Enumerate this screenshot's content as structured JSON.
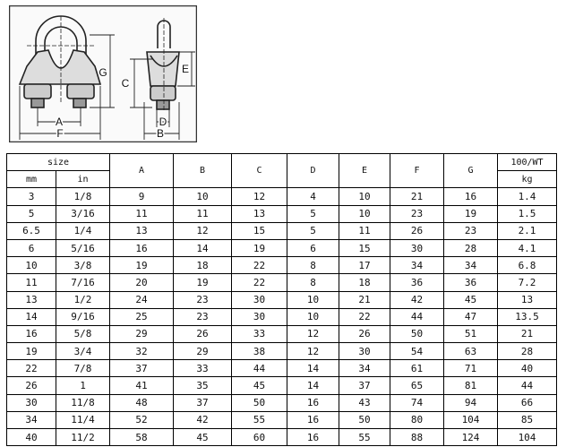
{
  "diagram": {
    "labels": [
      "A",
      "B",
      "C",
      "D",
      "E",
      "F",
      "G"
    ]
  },
  "table": {
    "size_label": "size",
    "mm_label": "mm",
    "in_label": "in",
    "columns": [
      "A",
      "B",
      "C",
      "D",
      "E",
      "F",
      "G"
    ],
    "wt_label": "100/WT",
    "kg_label": "kg",
    "rows": [
      [
        "3",
        "1/8",
        "9",
        "10",
        "12",
        "4",
        "10",
        "21",
        "16",
        "1.4"
      ],
      [
        "5",
        "3/16",
        "11",
        "11",
        "13",
        "5",
        "10",
        "23",
        "19",
        "1.5"
      ],
      [
        "6.5",
        "1/4",
        "13",
        "12",
        "15",
        "5",
        "11",
        "26",
        "23",
        "2.1"
      ],
      [
        "6",
        "5/16",
        "16",
        "14",
        "19",
        "6",
        "15",
        "30",
        "28",
        "4.1"
      ],
      [
        "10",
        "3/8",
        "19",
        "18",
        "22",
        "8",
        "17",
        "34",
        "34",
        "6.8"
      ],
      [
        "11",
        "7/16",
        "20",
        "19",
        "22",
        "8",
        "18",
        "36",
        "36",
        "7.2"
      ],
      [
        "13",
        "1/2",
        "24",
        "23",
        "30",
        "10",
        "21",
        "42",
        "45",
        "13"
      ],
      [
        "14",
        "9/16",
        "25",
        "23",
        "30",
        "10",
        "22",
        "44",
        "47",
        "13.5"
      ],
      [
        "16",
        "5/8",
        "29",
        "26",
        "33",
        "12",
        "26",
        "50",
        "51",
        "21"
      ],
      [
        "19",
        "3/4",
        "32",
        "29",
        "38",
        "12",
        "30",
        "54",
        "63",
        "28"
      ],
      [
        "22",
        "7/8",
        "37",
        "33",
        "44",
        "14",
        "34",
        "61",
        "71",
        "40"
      ],
      [
        "26",
        "1",
        "41",
        "35",
        "45",
        "14",
        "37",
        "65",
        "81",
        "44"
      ],
      [
        "30",
        "11/8",
        "48",
        "37",
        "50",
        "16",
        "43",
        "74",
        "94",
        "66"
      ],
      [
        "34",
        "11/4",
        "52",
        "42",
        "55",
        "16",
        "50",
        "80",
        "104",
        "85"
      ],
      [
        "40",
        "11/2",
        "58",
        "45",
        "60",
        "16",
        "55",
        "88",
        "124",
        "104"
      ]
    ]
  }
}
